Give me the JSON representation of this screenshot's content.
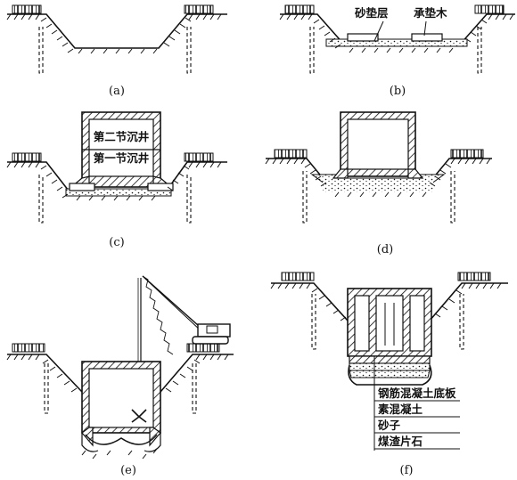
{
  "panels": {
    "a": {
      "caption": "(a)"
    },
    "b": {
      "caption": "(b)",
      "label_sand": "砂垫层",
      "label_timber": "承垫木"
    },
    "c": {
      "caption": "(c)",
      "label_second": "第二节沉井",
      "label_first": "第一节沉井"
    },
    "d": {
      "caption": "(d)"
    },
    "e": {
      "caption": "(e)"
    },
    "f": {
      "caption": "(f)",
      "legend": [
        "钢筋混凝土底板",
        "素混凝土",
        "砂子",
        "煤渣片石"
      ]
    }
  }
}
